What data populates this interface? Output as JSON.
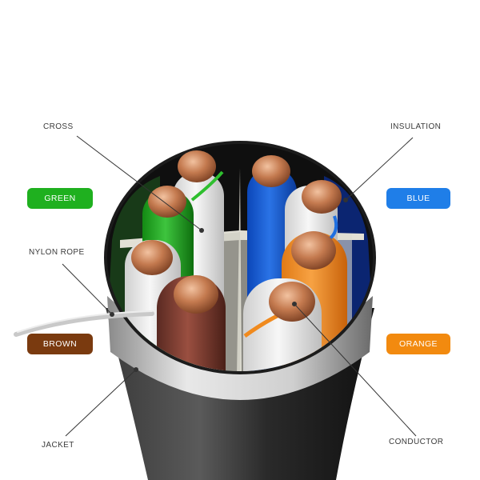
{
  "labels": {
    "cross": "CROSS",
    "insulation": "INSULATION",
    "nylon_rope": "NYLON ROPE",
    "jacket": "JACKET",
    "conductor": "CONDUCTOR"
  },
  "pairs": [
    {
      "name": "GREEN",
      "color": "#1fb01f"
    },
    {
      "name": "BLUE",
      "color": "#1f7ee8"
    },
    {
      "name": "BROWN",
      "color": "#7a3a0f"
    },
    {
      "name": "ORANGE",
      "color": "#f28a0f"
    }
  ],
  "colors": {
    "copper": "#b9714a",
    "jacket": "#2e2e2e",
    "foil": "#cfcfcf",
    "insulation_white": "#ececec",
    "leader_line": "#333333"
  }
}
